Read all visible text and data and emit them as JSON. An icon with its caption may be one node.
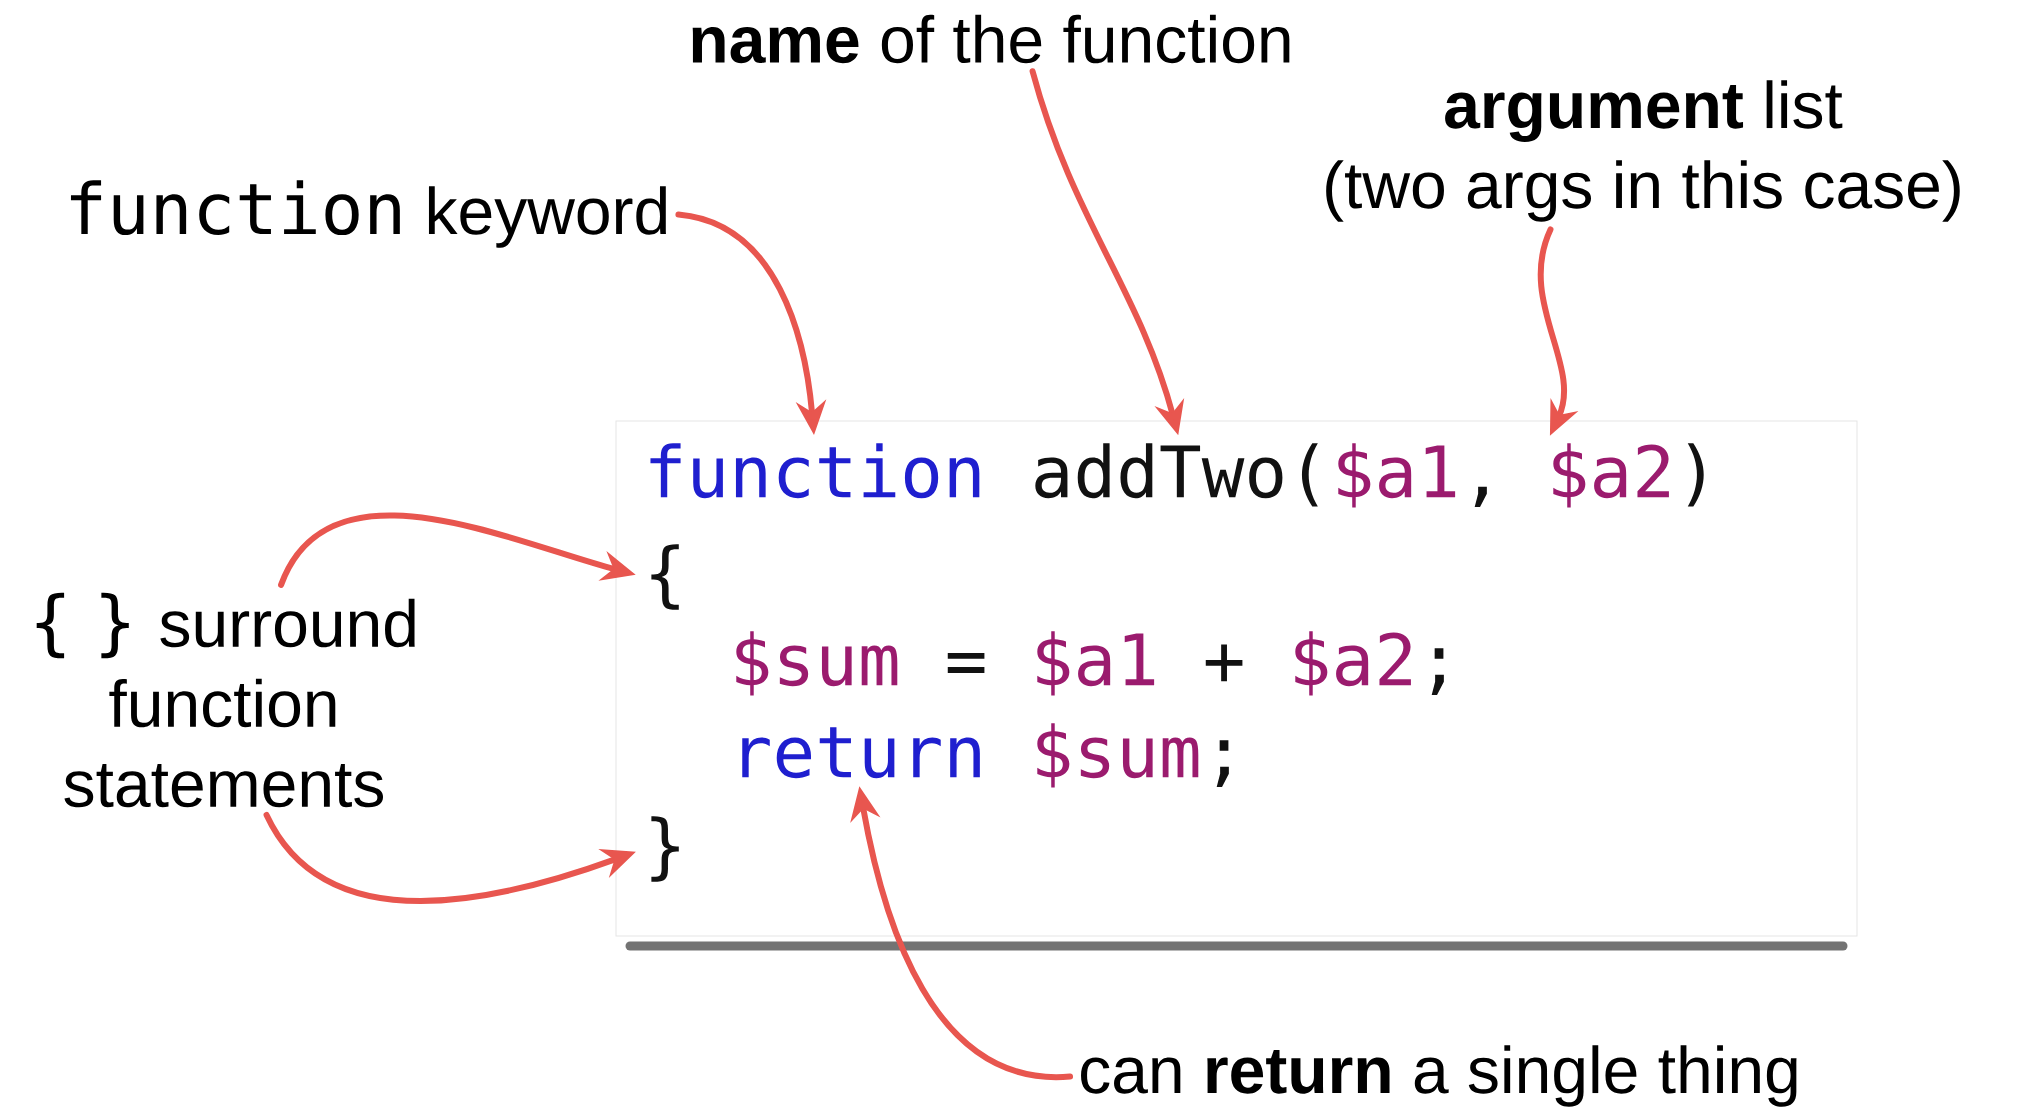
{
  "diagram": {
    "nodes": [
      {
        "text": [
          "**name** of the function"
        ]
      },
      {
        "text": [
          "**argument** list",
          "(two args in this case)"
        ]
      },
      {
        "text": [
          "function",
          "keyword"
        ]
      },
      {
        "text": [
          "{ }",
          "surround function statements"
        ]
      },
      {
        "text": [
          "can **return** a single thing"
        ]
      },
      {
        "text": [],
        "shape": "box"
      },
      {
        "text": [
          "function"
        ],
        "in": 5
      },
      {
        "text": [
          "addTwo("
        ],
        "in": 5
      },
      {
        "text": [
          "$a1"
        ],
        "in": 5
      },
      {
        "text": [
          ","
        ],
        "in": 5
      },
      {
        "text": [
          "$a2"
        ],
        "in": 5
      },
      {
        "text": [
          ")"
        ],
        "in": 5
      },
      {
        "text": [
          "{"
        ],
        "in": 5
      },
      {
        "text": [
          "$sum"
        ],
        "in": 5
      },
      {
        "text": [
          "="
        ],
        "in": 5
      },
      {
        "text": [
          "$a1"
        ],
        "in": 5
      },
      {
        "text": [
          "+"
        ],
        "in": 5
      },
      {
        "text": [
          "$a2"
        ],
        "in": 5
      },
      {
        "text": [
          ";"
        ],
        "in": 5
      },
      {
        "text": [
          "return"
        ],
        "in": 5
      },
      {
        "text": [
          "$sum"
        ],
        "in": 5
      },
      {
        "text": [
          ";"
        ],
        "in": 5
      },
      {
        "text": [
          "}"
        ],
        "in": 5
      }
    ],
    "edges": [
      {
        "from": 2,
        "to": 6,
        "arrow": "to"
      },
      {
        "from": 0,
        "to": 7,
        "arrow": "to"
      },
      {
        "from": 1,
        "to": 10,
        "arrow": "to"
      },
      {
        "from": 3,
        "to": 12,
        "arrow": "to"
      },
      {
        "from": 3,
        "to": 22,
        "arrow": "to"
      },
      {
        "from": 4,
        "to": 19,
        "arrow": "to"
      }
    ]
  }
}
